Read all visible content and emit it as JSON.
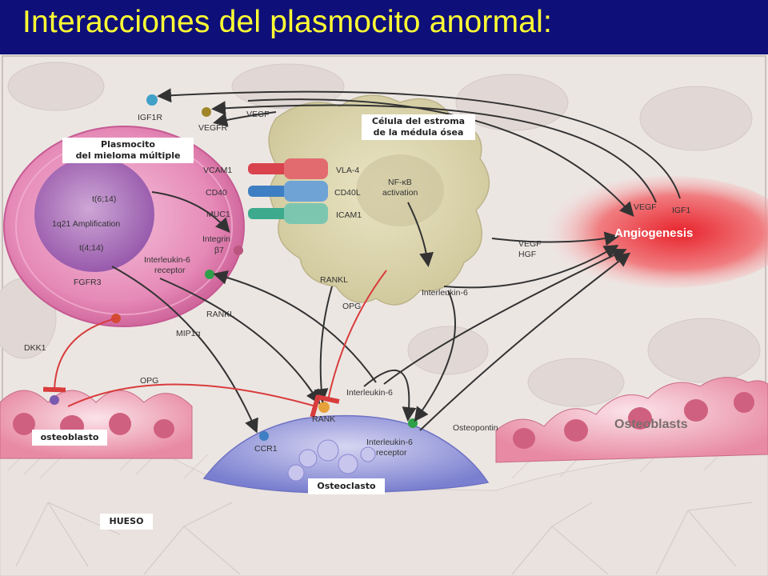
{
  "title": "Interacciones del plasmocito anormal:",
  "overlay_labels": {
    "plasmocito": "Plasmocito",
    "plasmocito_sub": "del mieloma múltiple",
    "estroma": "Célula del estroma",
    "estroma_sub": "de la médula ósea",
    "osteoblasto": "osteoblasto",
    "osteoclasto": "Osteoclasto",
    "hueso": "HUESO"
  },
  "figure_labels": {
    "igf1r": "IGF1R",
    "vegfr": "VEGFR",
    "vegf_top": "VEGF",
    "vcam1": "VCAM1",
    "vla4": "VLA-4",
    "cd40": "CD40",
    "cd40l": "CD40L",
    "muc1": "MUC1",
    "icam1": "ICAM1",
    "t614": "t(6;14)",
    "q21": "1q21 Amplification",
    "t414": "t(4;14)",
    "integrin": "Integrin",
    "beta7": "β7",
    "il6r": "Interleukin-6",
    "il6r_sub": "receptor",
    "nfkb": "NF-κB",
    "activation": "activation",
    "fgfr3": "FGFR3",
    "dkk1": "DKK1",
    "rankl1": "RANKL",
    "rankl2": "RANKL",
    "mip1a": "MIP1α",
    "opg1": "OPG",
    "opg2": "OPG",
    "il6_1": "Interleukin-6",
    "il6_2": "Interleukin-6",
    "vegf_stroma": "VEGF",
    "hgf": "HGF",
    "vegf_ang": "VEGF",
    "igf1": "IGF1",
    "angiogenesis": "Angiogenesis",
    "rank": "RANK",
    "ccr1": "CCR1",
    "il6r_oc": "Interleukin-6",
    "il6r_oc_sub": "receptor",
    "osteopontin": "Osteopontin",
    "osteoblasts": "Osteoblasts"
  },
  "colors": {
    "title_bg": "#0f0f7a",
    "title_text": "#ffff33",
    "plasma_cell": "#e47fb0",
    "stromal_cell": "#ddd6a8",
    "osteoclast": "#8c8fd6",
    "angiogenesis": "#e8242d",
    "arrow_black": "#333333",
    "arrow_red": "#d83c3c"
  }
}
